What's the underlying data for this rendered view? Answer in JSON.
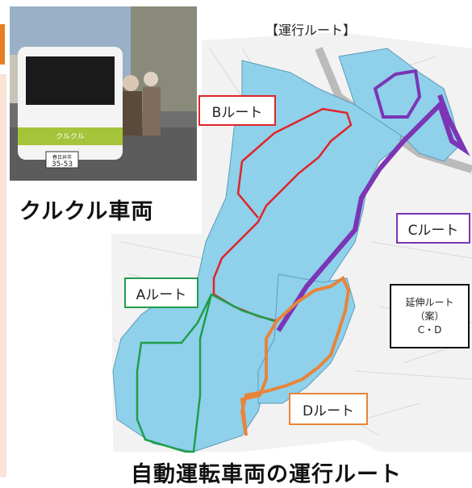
{
  "title": "【運行ルート】",
  "vehicle_caption": "クルクル車両",
  "bottom_caption": "自動運転車両の運行ルート",
  "photo": {
    "vehicle_logo": "クルクル",
    "plate_top": "春日井市",
    "plate_number": "35-53"
  },
  "routes": {
    "a": {
      "label": "Aルート",
      "color": "#1f9e4a"
    },
    "b": {
      "label": "Bルート",
      "color": "#e0242a"
    },
    "c": {
      "label": "Cルート",
      "color": "#7b35b5"
    },
    "d": {
      "label": "Dルート",
      "color": "#e8843a"
    }
  },
  "extension": {
    "line1": "延伸ルート",
    "line2": "（案）",
    "line3": "C・D"
  },
  "colors": {
    "area_fill": "#8fd0ea",
    "map_bg": "#f2f2f2",
    "accent_orange": "#e67e22"
  }
}
